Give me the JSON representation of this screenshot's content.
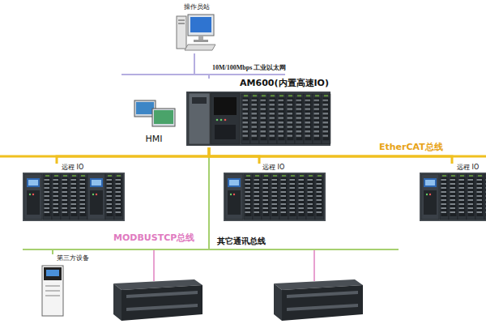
{
  "diagram": {
    "nodes": [
      {
        "text": [
          "操作员站"
        ]
      },
      {
        "text": [
          "AM600(内置高速IO)"
        ]
      },
      {
        "text": [
          "HMI"
        ]
      },
      {
        "text": [
          "远程 IO"
        ]
      },
      {
        "text": [
          "远程 IO"
        ]
      },
      {
        "text": [
          "远程 IO"
        ]
      },
      {
        "text": [
          "第三方设备"
        ]
      }
    ],
    "edges": [
      {
        "from": 0,
        "to": 1,
        "arrow": "none",
        "label": "10M/100Mbps 工业以太网"
      },
      {
        "from": 1,
        "to": 3,
        "arrow": "none"
      },
      {
        "from": 1,
        "to": 4,
        "arrow": "none"
      },
      {
        "from": 1,
        "to": 5,
        "arrow": "none"
      },
      {
        "from": 1,
        "to": 6,
        "arrow": "none"
      }
    ],
    "labels": [
      "EtherCAT总线",
      "MODBUSTCP总线",
      "其它通讯总线"
    ]
  }
}
